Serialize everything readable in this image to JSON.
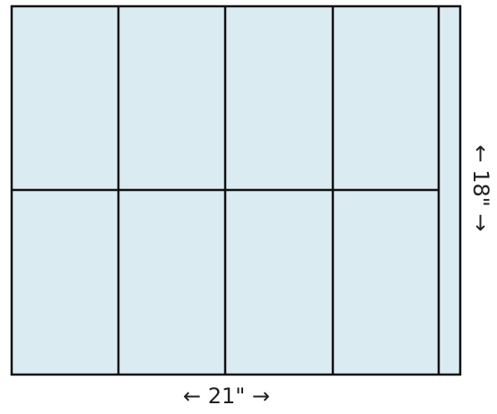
{
  "diagram": {
    "width_label": "← 21\" →",
    "height_label": "← 18\" →",
    "panel_fill": "#daecf2",
    "line_color": "#111111",
    "columns": 4,
    "rows": 2,
    "has_side_strip": true
  }
}
